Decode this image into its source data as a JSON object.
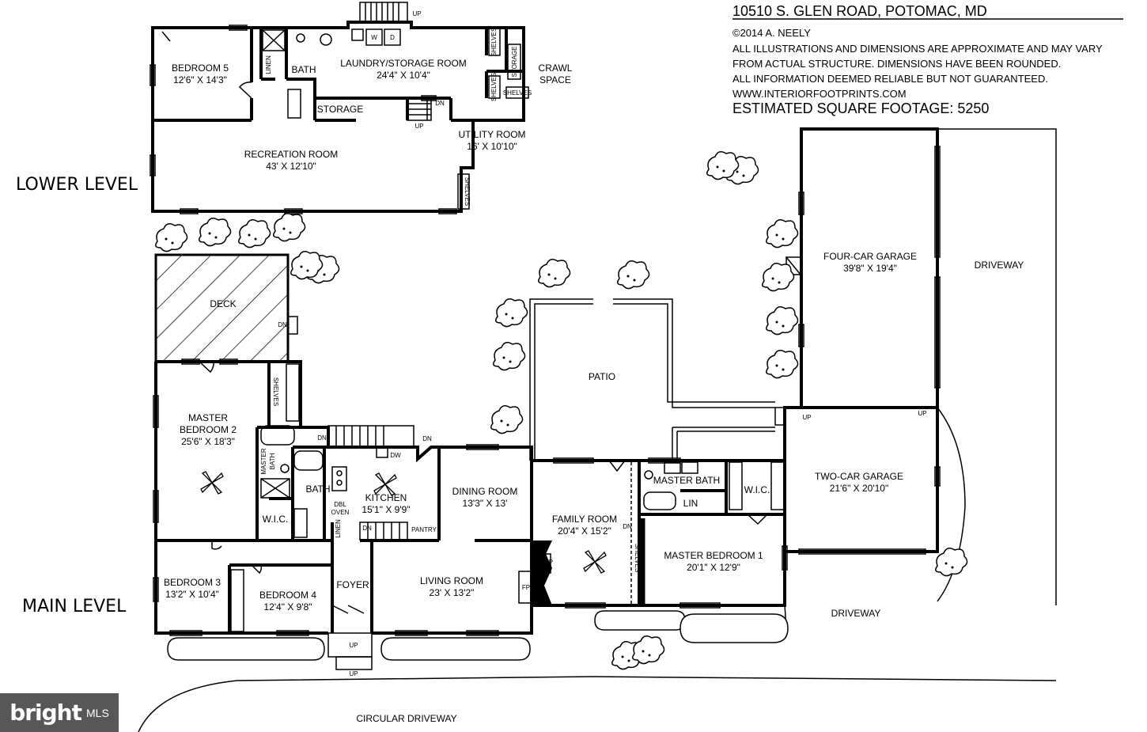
{
  "header": {
    "address": "10510 S. GLEN ROAD, POTOMAC, MD",
    "copyright": "©2014 A. NEELY",
    "disclaimer_1": "ALL ILLUSTRATIONS AND DIMENSIONS ARE APPROXIMATE AND MAY VARY",
    "disclaimer_2": "FROM ACTUAL STRUCTURE. DIMENSIONS HAVE BEEN ROUNDED.",
    "disclaimer_3": "ALL INFORMATION DEEMED RELIABLE BUT NOT GUARANTEED.",
    "website": "WWW.INTERIORFOOTPRINTS.COM",
    "square_footage": "ESTIMATED SQUARE FOOTAGE: 5250"
  },
  "levels": {
    "lower": "LOWER LEVEL",
    "main": "MAIN LEVEL"
  },
  "lower_rooms": {
    "bedroom5_name": "BEDROOM 5",
    "bedroom5_dim": "12'6\" X 14'3\"",
    "linen": "LINEN",
    "bath": "BATH",
    "laundry_name": "LAUNDRY/STORAGE ROOM",
    "laundry_dim": "24'4\" X 10'4\"",
    "storage_1": "STORAGE",
    "storage_2": "STORAGE",
    "shelves_1": "SHELVES",
    "shelves_2": "SHELVES",
    "shelves_3": "SHELVES",
    "shelves_4": "SHELVES",
    "crawl_1": "CRAWL",
    "crawl_2": "SPACE",
    "utility_name": "UTILITY ROOM",
    "utility_dim": "16' X 10'10\"",
    "recreation_name": "RECREATION ROOM",
    "recreation_dim": "43' X 12'10\"",
    "washer": "W",
    "dryer": "D",
    "up_1": "UP",
    "up_2": "UP",
    "dn_1": "DN"
  },
  "main_rooms": {
    "deck": "DECK",
    "patio": "PATIO",
    "master2_name_1": "MASTER",
    "master2_name_2": "BEDROOM 2",
    "master2_dim": "25'6\" X 18'3\"",
    "master_bath_v1": "MASTER",
    "master_bath_v2": "BATH",
    "bath": "BATH",
    "wic_1": "W.I.C.",
    "kitchen_name": "KITCHEN",
    "kitchen_dim": "15'1\" X 9'9\"",
    "pantry": "PANTRY",
    "dbl_oven_1": "DBL",
    "dbl_oven_2": "OVEN",
    "dw": "DW",
    "linen": "LINEN",
    "dining_name": "DINING ROOM",
    "dining_dim": "13'3\" X 13'",
    "family_name": "FAMILY ROOM",
    "family_dim": "20'4\" X 15'2\"",
    "master_bath_2": "MASTER BATH",
    "lin": "LIN",
    "wic_2": "W.I.C.",
    "master1_name": "MASTER BEDROOM 1",
    "master1_dim": "20'1\" X 12'9\"",
    "bedroom3_name": "BEDROOM 3",
    "bedroom3_dim": "13'2\" X 10'4\"",
    "bedroom4_name": "BEDROOM 4",
    "bedroom4_dim": "12'4\" X 9'8\"",
    "foyer": "FOYER",
    "living_name": "LIVING ROOM",
    "living_dim": "23' X 13'2\"",
    "fp_1": "FP",
    "fp_2": "FP",
    "four_car_name": "FOUR-CAR GARAGE",
    "four_car_dim": "39'8\" X 19'4\"",
    "two_car_name": "TWO-CAR GARAGE",
    "two_car_dim": "21'6\" X 20'10\"",
    "driveway_1": "DRIVEWAY",
    "driveway_2": "DRIVEWAY",
    "circular_driveway": "CIRCULAR DRIVEWAY",
    "shelves_a": "SHELVES",
    "shelves_b": "SHELVES",
    "dn_deck": "DN",
    "dn_stairs": "DN",
    "dn_k1": "DN",
    "dn_k2": "DN",
    "dn_family": "DN",
    "up_front_1": "UP",
    "up_front_2": "UP",
    "up_garage_1": "UP",
    "up_garage_2": "UP"
  },
  "watermark": {
    "brand": "bright",
    "suffix": "MLS"
  }
}
